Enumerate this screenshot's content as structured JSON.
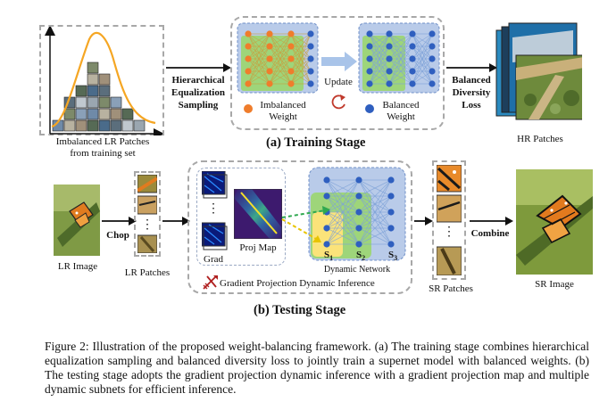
{
  "training": {
    "stage_title": "(a) Training Stage",
    "patches_label_line1": "Imbalanced LR Patches",
    "patches_label_line2": "from training set",
    "arrow1_line1": "Hierarchical",
    "arrow1_line2": "Equalization",
    "arrow1_line3": "Sampling",
    "update_label": "Update",
    "imbalanced_line1": "Imbalanced",
    "imbalanced_line2": "Weight",
    "balanced_line1": "Balanced",
    "balanced_line2": "Weight",
    "arrow2_line1": "Balanced",
    "arrow2_line2": "Diversity",
    "arrow2_line3": "Loss",
    "hr_label": "HR Patches"
  },
  "testing": {
    "stage_title": "(b) Testing Stage",
    "lr_image_label": "LR Image",
    "chop_label": "Chop",
    "lr_patches_label": "LR Patches",
    "grad_label": "Grad",
    "proj_label": "Proj Map",
    "dots": "⋮",
    "s1": "S",
    "s1_sub": "1",
    "s2": "S",
    "s2_sub": "2",
    "s3": "S",
    "s3_sub": "3",
    "dyn_label": "Dynamic Network",
    "gpdi_label": "Gradient Projection Dynamic Inference",
    "sr_patches_label": "SR Patches",
    "combine_label": "Combine",
    "sr_image_label": "SR Image"
  },
  "caption": "Figure 2:  Illustration of the proposed weight-balancing framework. (a) The training stage combines hierarchical equalization sampling and balanced diversity loss to jointly train a supernet model with balanced weights. (b) The testing stage adopts the gradient projection dynamic inference with a gradient projection map and multiple dynamic subnets for efficient inference.",
  "colors": {
    "imbalanced_node": "#ef7d2c",
    "balanced_node": "#2f5fbf",
    "green_block": "#9ed57a",
    "blue_block": "#b9cbe9",
    "yellow_block": "#fbe37a",
    "histogram_curve": "#f5a623",
    "update_arrow": "#a9c4e9",
    "cycle_arrow": "#c0392b",
    "green_arrow": "#2fa84f",
    "yellow_arrow": "#e8c400"
  }
}
